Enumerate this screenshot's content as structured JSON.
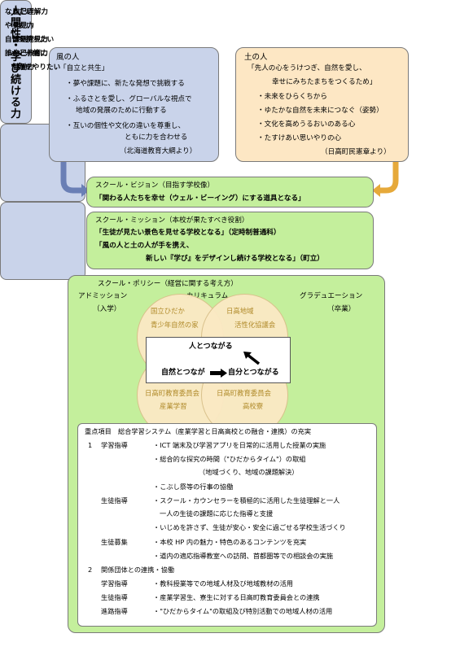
{
  "wind": {
    "title": "風の人",
    "lines": [
      "「自立と共生」",
      "・夢や課題に、新たな発想で挑戦する",
      "・ふるさとを愛し、グローバルな視点で",
      "地域の発展のために行動する",
      "・互いの個性や文化の違いを尊重し、",
      "ともに力を合わせる",
      "（北海道教育大綱より）"
    ]
  },
  "soil": {
    "title": "土の人",
    "lines": [
      "「先人の心をうけつぎ、自然を愛し、",
      "幸せにみちたまちをつくるため」",
      "・未来をひらくちから",
      "・ゆたかな自然を未来につなぐ（姿勢）",
      "・文化を高めうるおいのある心",
      "・たすけあい思いやりの心",
      "（日高町民憲章より）"
    ]
  },
  "vision": {
    "title": "スクール・ビジョン（目指す学校像）",
    "text": "「関わる人たちを幸せ（ウェル・ビーイング）にする道具となる」"
  },
  "mission": {
    "title": "スクール・ミッション（本校が果たすべき役割）",
    "line1": "「生徒が見たい景色を見せる学校となる」（定時制普通科）",
    "line2": "「風の人と土の人が手を携え、",
    "line3": "新しい『学び』をデザインし続ける学校となる」（町立）"
  },
  "side_label": [
    "人",
    "間",
    "性",
    "・",
    "学",
    "び",
    "続",
    "け",
    "る",
    "力"
  ],
  "policy": {
    "title": "スクール・ポリシー（経営に関する考え方）",
    "admission": "アドミッション",
    "admission_sub": "（入学）",
    "curriculum": "カリキュラム",
    "graduation": "グラデュエーション",
    "graduation_sub": "（卒業）",
    "circles": {
      "tl": [
        "国立ひだか",
        "青少年自然の家"
      ],
      "tr": [
        "日高地域",
        "活性化協議会"
      ],
      "bl": [
        "日高町教育委員会",
        "産業学習"
      ],
      "br": [
        "日高町教育委員会",
        "高校寮"
      ]
    },
    "center": {
      "top": "人とつながる",
      "left": "自然とつなが",
      "right": "自分とつながる"
    },
    "left_items": [
      "なりたい",
      "やりたい",
      "自信を持ちたい",
      "誰かと一緒に",
      "何かをやりたい"
    ],
    "right_items": [
      "自己理解力",
      "発見力",
      "課題発見力",
      "自己教育力",
      "協働力"
    ]
  },
  "focus": {
    "heading": "重点項目　総合学習システム（産業学習と日高高校との融合・連携）の充実",
    "s1_num": "1",
    "s1_title": "学習指導",
    "s1_items": [
      "・ICT 端末及び学習アプリを日常的に活用した授業の実施",
      "・総合的な探究の時間（\"ひだからタイム\"）の取組",
      "（地域づくり、地域の課題解決）",
      "・こぶし祭等の行事の協働"
    ],
    "guidance_title": "生徒指導",
    "guidance_items": [
      "・スクール・カウンセラーを積極的に活用した生徒理解と一人",
      "一人の生徒の課題に応じた指導と支援",
      "・いじめを許さず、生徒が安心・安全に過ごせる学校生活づくり"
    ],
    "recruit_title": "生徒募集",
    "recruit_items": [
      "・本校 HP 内の魅力・特色のあるコンテンツを充実",
      "・道内の適応指導教室への訪問、首都圏等での相談会の実施"
    ],
    "s2_num": "2",
    "s2_title": "関係団体との連携・協働",
    "s2_rows": [
      {
        "label": "学習指導",
        "text": "・教科授業等での地域人材及び地域教材の活用"
      },
      {
        "label": "生徒指導",
        "text": "・産業学習生、寮生に対する日高町教育委員会との連携"
      },
      {
        "label": "進路指導",
        "text": "・\"ひだからタイム\"の取組及び特別活動での地域人材の活用"
      }
    ]
  }
}
